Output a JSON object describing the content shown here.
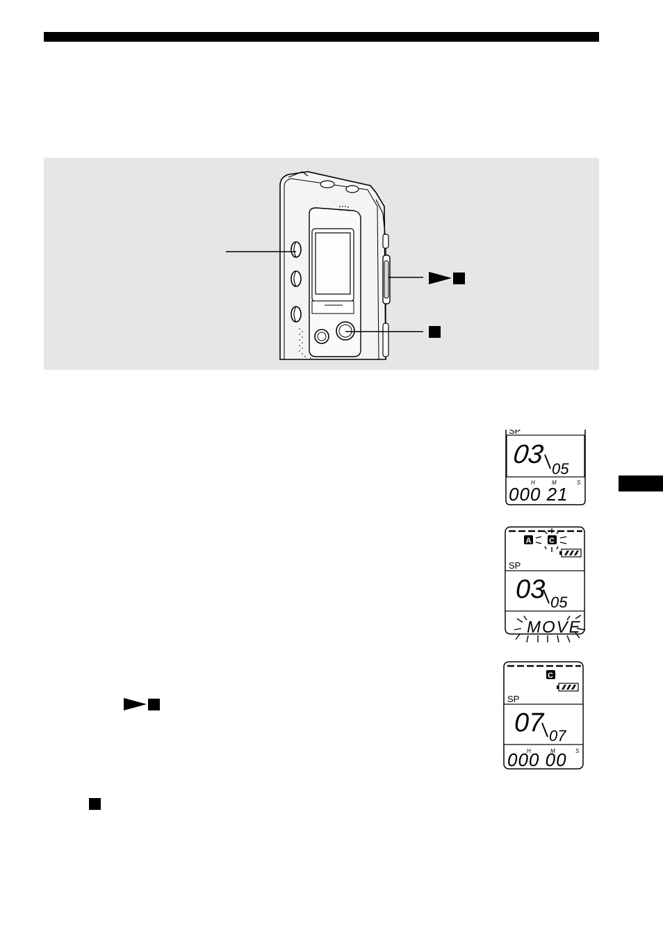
{
  "illustration": {
    "play_stop_icon": "play-stop-icon",
    "stop_icon": "stop-icon"
  },
  "steps": {
    "step2_play_stop_icon": "play-stop-icon",
    "step3_stop_icon": "stop-icon"
  },
  "displays": [
    {
      "mode": "SP",
      "message_number": "03",
      "total_messages": "05",
      "counter_units": [
        "H",
        "M",
        "S"
      ],
      "counter": "000 21"
    },
    {
      "folders": [
        "A",
        "C"
      ],
      "mode": "SP",
      "message_number": "03",
      "total_messages": "05",
      "status": "MOVE"
    },
    {
      "folders": [
        "C"
      ],
      "mode": "SP",
      "message_number": "07",
      "total_messages": "07",
      "counter_units": [
        "H",
        "M",
        "S"
      ],
      "counter": "000 00"
    }
  ],
  "colors": {
    "panel_background": "#e6e6e6",
    "ink": "#000000"
  }
}
